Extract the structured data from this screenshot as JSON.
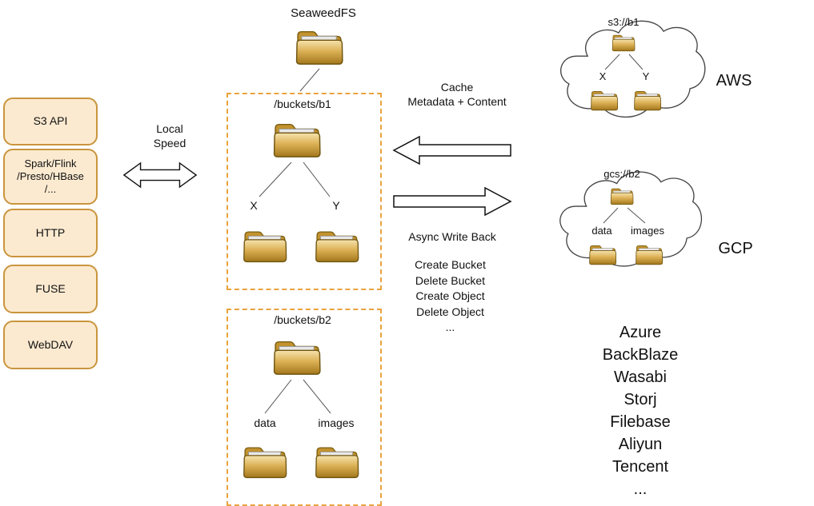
{
  "seaweedfs_label": "SeaweedFS",
  "left_panel": {
    "items": [
      {
        "label": "S3 API"
      },
      {
        "label": "Spark/Flink\n/Presto/HBase\n/..."
      },
      {
        "label": "HTTP"
      },
      {
        "label": "FUSE"
      },
      {
        "label": "WebDAV"
      }
    ]
  },
  "local_speed_label": "Local\nSpeed",
  "buckets": {
    "b1": {
      "path": "/buckets/b1",
      "children": [
        "X",
        "Y"
      ]
    },
    "b2": {
      "path": "/buckets/b2",
      "children": [
        "data",
        "images"
      ]
    }
  },
  "sync": {
    "cache_label": "Cache\nMetadata + Content",
    "async_label": "Async Write Back",
    "operations": [
      "Create Bucket",
      "Delete Bucket",
      "Create Object",
      "Delete Object",
      "..."
    ]
  },
  "clouds": {
    "aws": {
      "name": "AWS",
      "bucket": "s3://b1",
      "children": [
        "X",
        "Y"
      ]
    },
    "gcp": {
      "name": "GCP",
      "bucket": "gcs://b2",
      "children": [
        "data",
        "images"
      ]
    }
  },
  "providers": [
    "Azure",
    "BackBlaze",
    "Wasabi",
    "Storj",
    "Filebase",
    "Aliyun",
    "Tencent",
    "..."
  ],
  "icons": {
    "folder": "folder-icon",
    "cloud": "cloud-icon",
    "double_arrow": "double-arrow-icon",
    "left_arrow": "left-arrow-icon",
    "right_arrow": "right-arrow-icon"
  },
  "colors": {
    "box_fill": "#fcead0",
    "box_border": "#c9953d",
    "dashed_border": "#e8a33d"
  }
}
